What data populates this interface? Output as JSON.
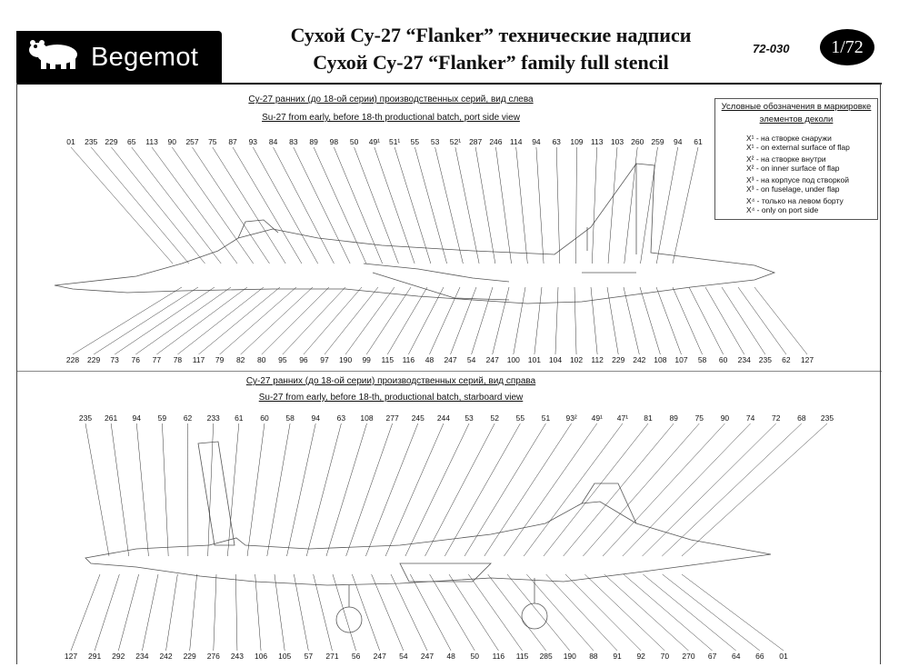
{
  "logo": {
    "brand": "Begemot"
  },
  "header": {
    "title_ru": "Сухой Су-27 “Flanker” технические надписи",
    "title_en": "Сухой Су-27 “Flanker” family full stencil",
    "code": "72-030",
    "scale": "1/72"
  },
  "port_view": {
    "caption_ru": "Су-27 ранних (до 18-ой серии) производственных серий, вид слева",
    "caption_en": "Su-27 from early, before 18-th productional batch, port side view",
    "top_numbers": [
      "01",
      "235",
      "229",
      "65",
      "113",
      "90",
      "257",
      "75",
      "87",
      "93",
      "84",
      "83",
      "89",
      "98",
      "50",
      "49¹",
      "51¹",
      "55",
      "53",
      "52¹",
      "287",
      "246",
      "114",
      "94",
      "63",
      "109",
      "113",
      "103",
      "260",
      "259",
      "94",
      "61"
    ],
    "bottom_numbers": [
      "228",
      "229",
      "73",
      "76",
      "77",
      "78",
      "117",
      "79",
      "82",
      "80",
      "95",
      "96",
      "97",
      "190",
      "99",
      "115",
      "116",
      "48",
      "247",
      "54",
      "247",
      "100",
      "101",
      "104",
      "102",
      "112",
      "229",
      "242",
      "108",
      "107",
      "58",
      "60",
      "234",
      "235",
      "62",
      "127"
    ]
  },
  "starboard_view": {
    "caption_ru": "Су-27 ранних (до 18-ой серии) производственных серий, вид справа",
    "caption_en": "Su-27 from early, before 18-th, productional batch, starboard view",
    "top_numbers": [
      "235",
      "261",
      "94",
      "59",
      "62",
      "233",
      "61",
      "60",
      "58",
      "94",
      "63",
      "108",
      "277",
      "245",
      "244",
      "53",
      "52",
      "55",
      "51",
      "93²",
      "49¹",
      "47¹",
      "81",
      "89",
      "75",
      "90",
      "74",
      "72",
      "68",
      "235"
    ],
    "bottom_numbers": [
      "127",
      "291",
      "292",
      "234",
      "242",
      "229",
      "276",
      "243",
      "106",
      "105",
      "57",
      "271",
      "56",
      "247",
      "54",
      "247",
      "48",
      "50",
      "116",
      "115",
      "285",
      "190",
      "88",
      "91",
      "92",
      "70",
      "270",
      "67",
      "64",
      "66",
      "01"
    ]
  },
  "legend": {
    "title_line1": "Условные обозначения в маркировке",
    "title_line2": "элементов деколи",
    "items": [
      "X¹ - на створке снаружи",
      "X¹ - on external surface of flap",
      "X² - на створке внутри",
      "X² - on inner surface of flap",
      "X³ - на корпусе под створкой",
      "X³ - on fuselage, under flap",
      "X⁴ - только на левом борту",
      "X⁴ - only on port side"
    ]
  }
}
